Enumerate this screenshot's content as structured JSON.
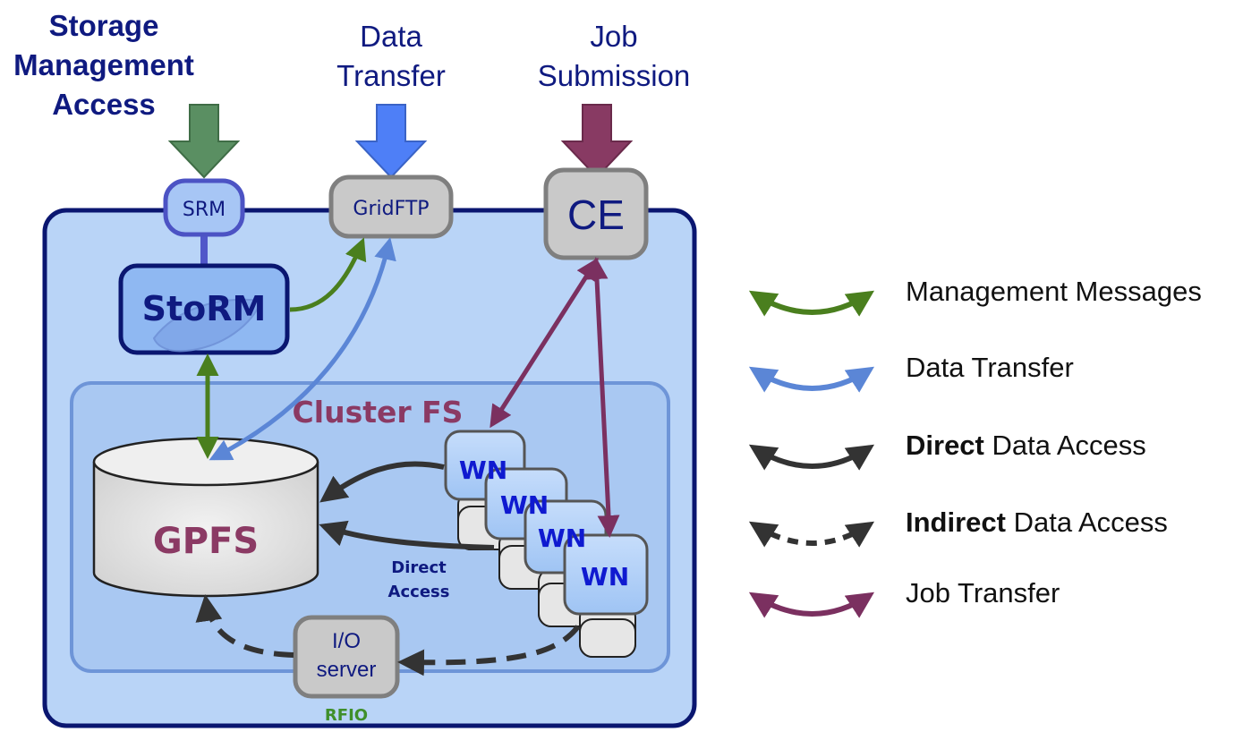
{
  "inputs": {
    "storage_line1": "Storage",
    "storage_line2": "Management",
    "storage_line3": "Access",
    "transfer_line1": "Data",
    "transfer_line2": "Transfer",
    "job_line1": "Job",
    "job_line2": "Submission"
  },
  "nodes": {
    "srm": "SRM",
    "gridftp": "GridFTP",
    "ce": "CE",
    "storm": "StoRM",
    "cluster": "Cluster FS",
    "gpfs": "GPFS",
    "wn1": "WN",
    "wn2": "WN",
    "wn3": "WN",
    "wn4": "WN",
    "io_line1": "I/O",
    "io_line2": "server",
    "rfio": "RFIO",
    "direct_line1": "Direct",
    "direct_line2": "Access"
  },
  "legend": {
    "management": "Management Messages",
    "transfer": "Data Transfer",
    "direct_bold": "Direct",
    "direct_rest": " Data Access",
    "indirect_bold": "Indirect",
    "indirect_rest": " Data Access",
    "job": "Job Transfer"
  },
  "colors": {
    "management": "#4a7f1e",
    "transfer": "#5b86d6",
    "direct": "#333333",
    "job": "#7b3060",
    "navy": "#0f1a80",
    "outer_fill": "#b9d4f7",
    "cluster_fill": "#a9c8f2"
  }
}
